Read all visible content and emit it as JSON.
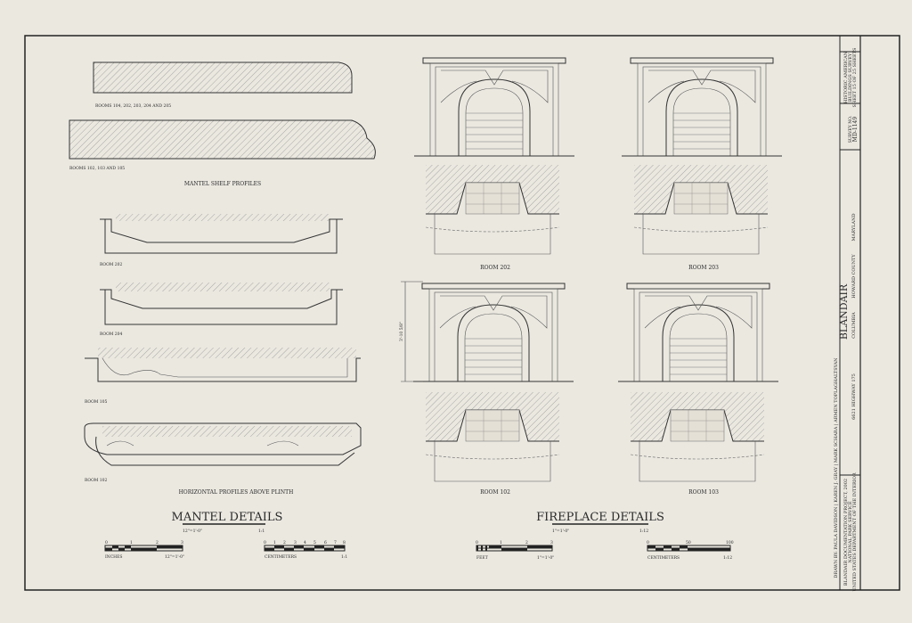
{
  "sheet": {
    "mantel_details": {
      "title": "MANTEL DETAILS",
      "scale_imperial": "12\"=1'-0\"",
      "scale_metric": "1:1",
      "shelf_profiles_title": "MANTEL SHELF PROFILES",
      "shelf_labels": [
        "ROOMS 104, 202, 203, 204 AND 205",
        "ROOMS 102, 103 AND 105"
      ],
      "plinth_profiles_title": "HORIZONTAL PROFILES ABOVE PLINTH",
      "plinth_labels": [
        "ROOM 202",
        "ROOM 204",
        "ROOM 105",
        "ROOM 102"
      ],
      "inch_bar": {
        "ticks": [
          "0",
          "1",
          "2",
          "3"
        ],
        "unit": "INCHES",
        "scale": "12\"=1'-0\""
      },
      "cm_bar": {
        "ticks": [
          "0",
          "1",
          "2",
          "3",
          "4",
          "5",
          "6",
          "7",
          "8"
        ],
        "unit": "CENTIMETERS",
        "scale": "1:1"
      }
    },
    "fireplace_details": {
      "title": "FIREPLACE DETAILS",
      "scale_imperial": "1\"=1'-0\"",
      "scale_metric": "1:12",
      "rooms": [
        "ROOM 202",
        "ROOM 203",
        "ROOM 102",
        "ROOM 103"
      ],
      "dimension": "3'-10 5/8\"",
      "feet_bar": {
        "ticks": [
          "0",
          "1",
          "2",
          "3"
        ],
        "unit": "FEET",
        "scale": "1\"=1'-0\""
      },
      "cm_bar": {
        "ticks": [
          "0",
          "50",
          "100"
        ],
        "unit": "CENTIMETERS",
        "scale": "1:12"
      }
    }
  },
  "title_block": {
    "drawn_by": "DRAWN BY: PAULA DAVIDSON | KAREN J. GRAY | MARK SCHARA | ARMEN TOPLAGHALTSYAN",
    "project": [
      "BLANDAIR DOCUMENTATION PROJECT, 2002",
      "NATIONAL PARK SERVICE",
      "UNITED STATES DEPARTMENT OF THE INTERIOR"
    ],
    "building": "BLANDAIR",
    "address": "6621 HIGHWAY 175",
    "city": "COLUMBIA",
    "county": "HOWARD COUNTY",
    "state": "MARYLAND",
    "survey_number_label": "SURVEY NO.",
    "survey_number": "MD-1149",
    "survey": [
      "HISTORIC AMERICAN",
      "BUILDINGS SURVEY",
      "SHEET 15 OF 25 SHEETS"
    ]
  }
}
